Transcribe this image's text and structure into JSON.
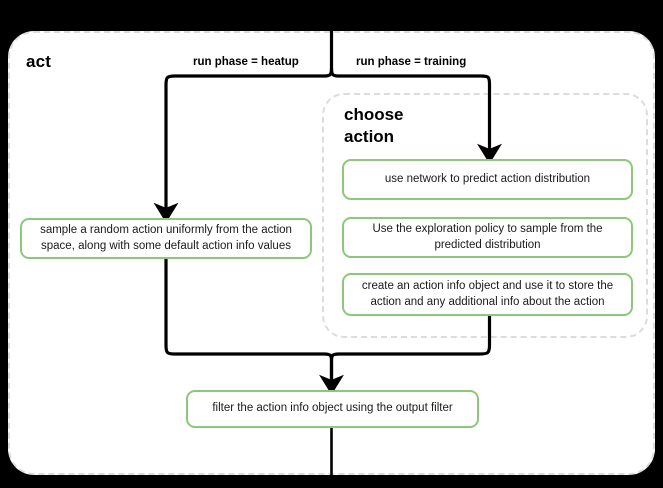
{
  "diagram": {
    "type": "flowchart",
    "title": "act",
    "canvas_background": "#000000",
    "panel_background": "#ffffff",
    "accent_color": "#8cc878",
    "dashed_border_color": "#dcdcdc",
    "connector_color": "#000000"
  },
  "outer_group": {
    "label": "act",
    "border_style": "dashed"
  },
  "branches": [
    {
      "id": "heatup",
      "label": "run phase = heatup"
    },
    {
      "id": "training",
      "label": "run phase = training"
    }
  ],
  "inner_group": {
    "label": "choose\naction",
    "label_line1": "choose",
    "label_line2": "action",
    "border_style": "dashed"
  },
  "nodes": [
    {
      "id": "sample-random-action",
      "text": "sample a random action uniformly from the action space, along with some default action info values",
      "branch": "heatup"
    },
    {
      "id": "use-network-predict",
      "text": "use network to predict action distribution",
      "branch": "training"
    },
    {
      "id": "exploration-policy-sample",
      "text": "Use the exploration policy to sample from the predicted distribution",
      "branch": "training"
    },
    {
      "id": "create-action-info",
      "text": "create an action info object and use it to store the action and any additional info about the action",
      "branch": "training"
    },
    {
      "id": "filter-action-info",
      "text": "filter the action info object using the output filter",
      "branch": "merged"
    }
  ]
}
